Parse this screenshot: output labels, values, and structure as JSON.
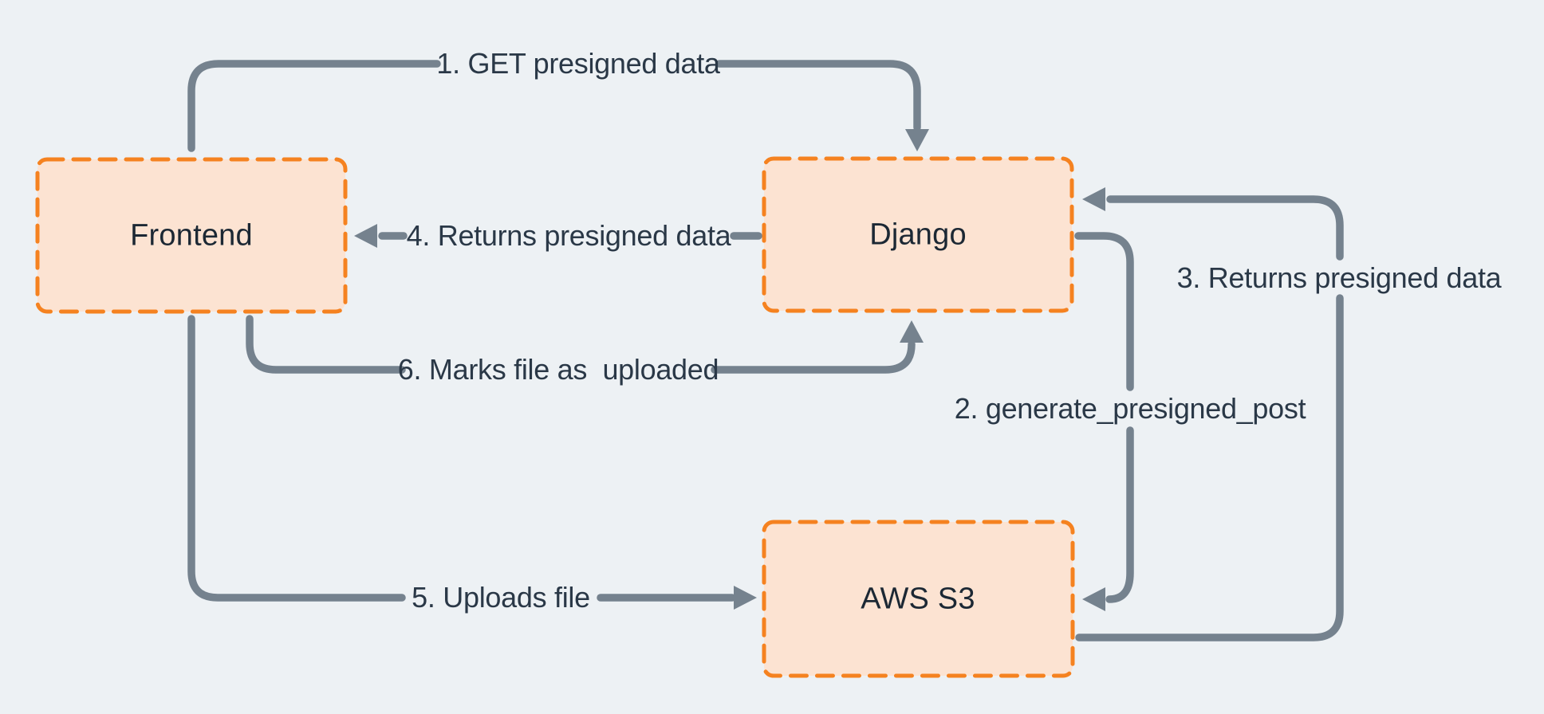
{
  "diagram": {
    "nodes": [
      {
        "id": "frontend",
        "label": "Frontend"
      },
      {
        "id": "django",
        "label": "Django"
      },
      {
        "id": "aws-s3",
        "label": "AWS S3"
      }
    ],
    "edges": [
      {
        "id": "1",
        "from": "frontend",
        "to": "django",
        "label": "1. GET presigned data"
      },
      {
        "id": "2",
        "from": "django",
        "to": "aws-s3",
        "label": "2. generate_presigned_post"
      },
      {
        "id": "3",
        "from": "aws-s3",
        "to": "django",
        "label": "3. Returns presigned data"
      },
      {
        "id": "4",
        "from": "django",
        "to": "frontend",
        "label": "4. Returns presigned data"
      },
      {
        "id": "5",
        "from": "frontend",
        "to": "aws-s3",
        "label": "5. Uploads file"
      },
      {
        "id": "6",
        "from": "frontend",
        "to": "django",
        "label": "6. Marks file as  uploaded"
      }
    ],
    "colors": {
      "background": "#edf1f4",
      "node_fill": "#fce3d2",
      "node_border": "#f58220",
      "arrow": "#75828e",
      "text": "#2a3847"
    }
  }
}
